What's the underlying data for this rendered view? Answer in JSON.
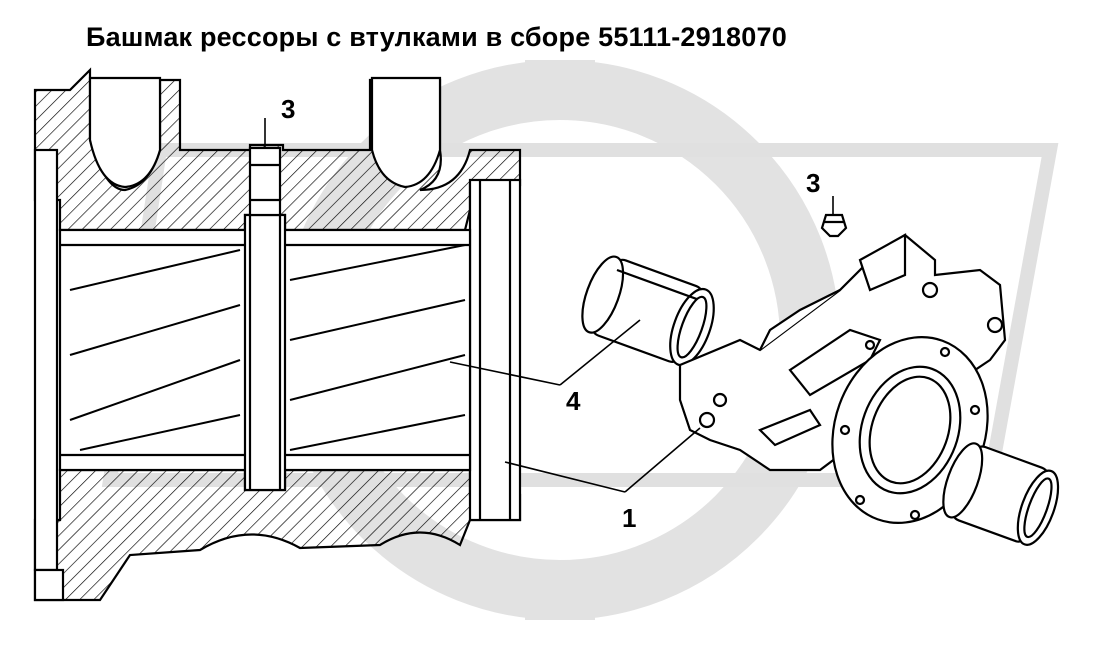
{
  "title": "Башмак рессоры с втулками в сборе 55111-2918070",
  "callouts": {
    "c1": "1",
    "c3_section": "3",
    "c3_exploded": "3",
    "c4": "4"
  },
  "colors": {
    "line": "#000000",
    "hatch": "#000000",
    "watermark": "#d9d9d9",
    "background": "#ffffff"
  }
}
